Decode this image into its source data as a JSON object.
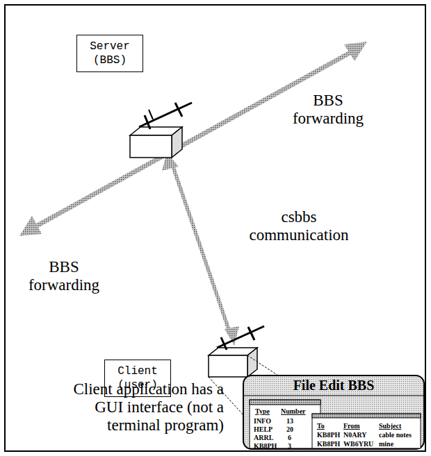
{
  "diagram": {
    "nodes": [
      {
        "text": [
          "Server (BBS)"
        ]
      },
      {
        "text": [
          "Client (user)"
        ]
      },
      {
        "text": [
          "File Edit BBS"
        ]
      }
    ],
    "labels": [
      "BBS forwarding",
      "BBS forwarding",
      "csbbs communication",
      "Client application has a GUI interface (not a terminal program)",
      "Type",
      "Number",
      "INFO",
      "13",
      "HELP",
      "20",
      "ARRL",
      "6",
      "KB8PH",
      "3",
      "To",
      "From",
      "Subject",
      "KB8PH",
      "N0ARY",
      "cable notes",
      "KB8PH",
      "WB6YRU",
      "mine"
    ]
  }
}
